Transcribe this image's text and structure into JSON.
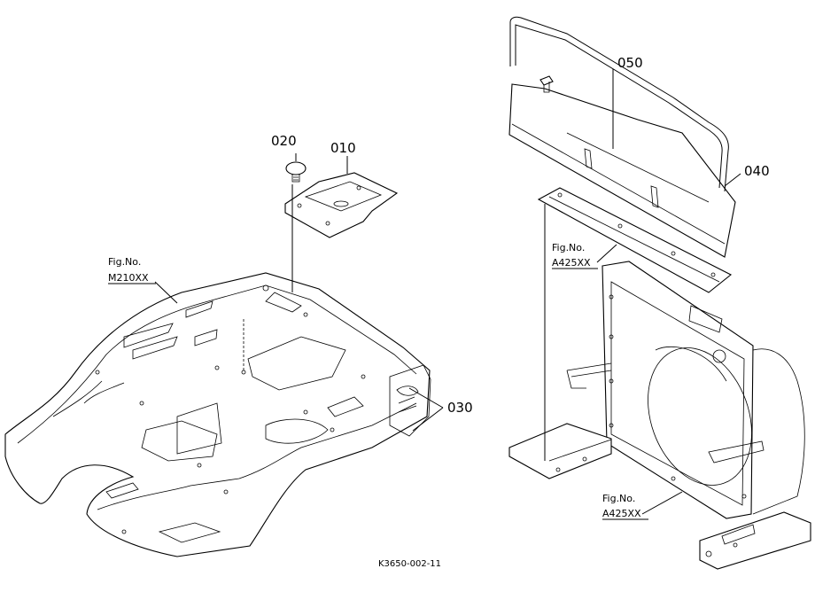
{
  "callouts": {
    "c010": "010",
    "c020": "020",
    "c030": "030",
    "c040": "040",
    "c050": "050"
  },
  "fig_refs": {
    "m210_label": "Fig.No.",
    "m210_code": "M210XX",
    "a425_upper_label": "Fig.No.",
    "a425_upper_code": "A425XX",
    "a425_lower_label": "Fig.No.",
    "a425_lower_code": "A425XX"
  },
  "drawing_code": "K3650-002-11"
}
